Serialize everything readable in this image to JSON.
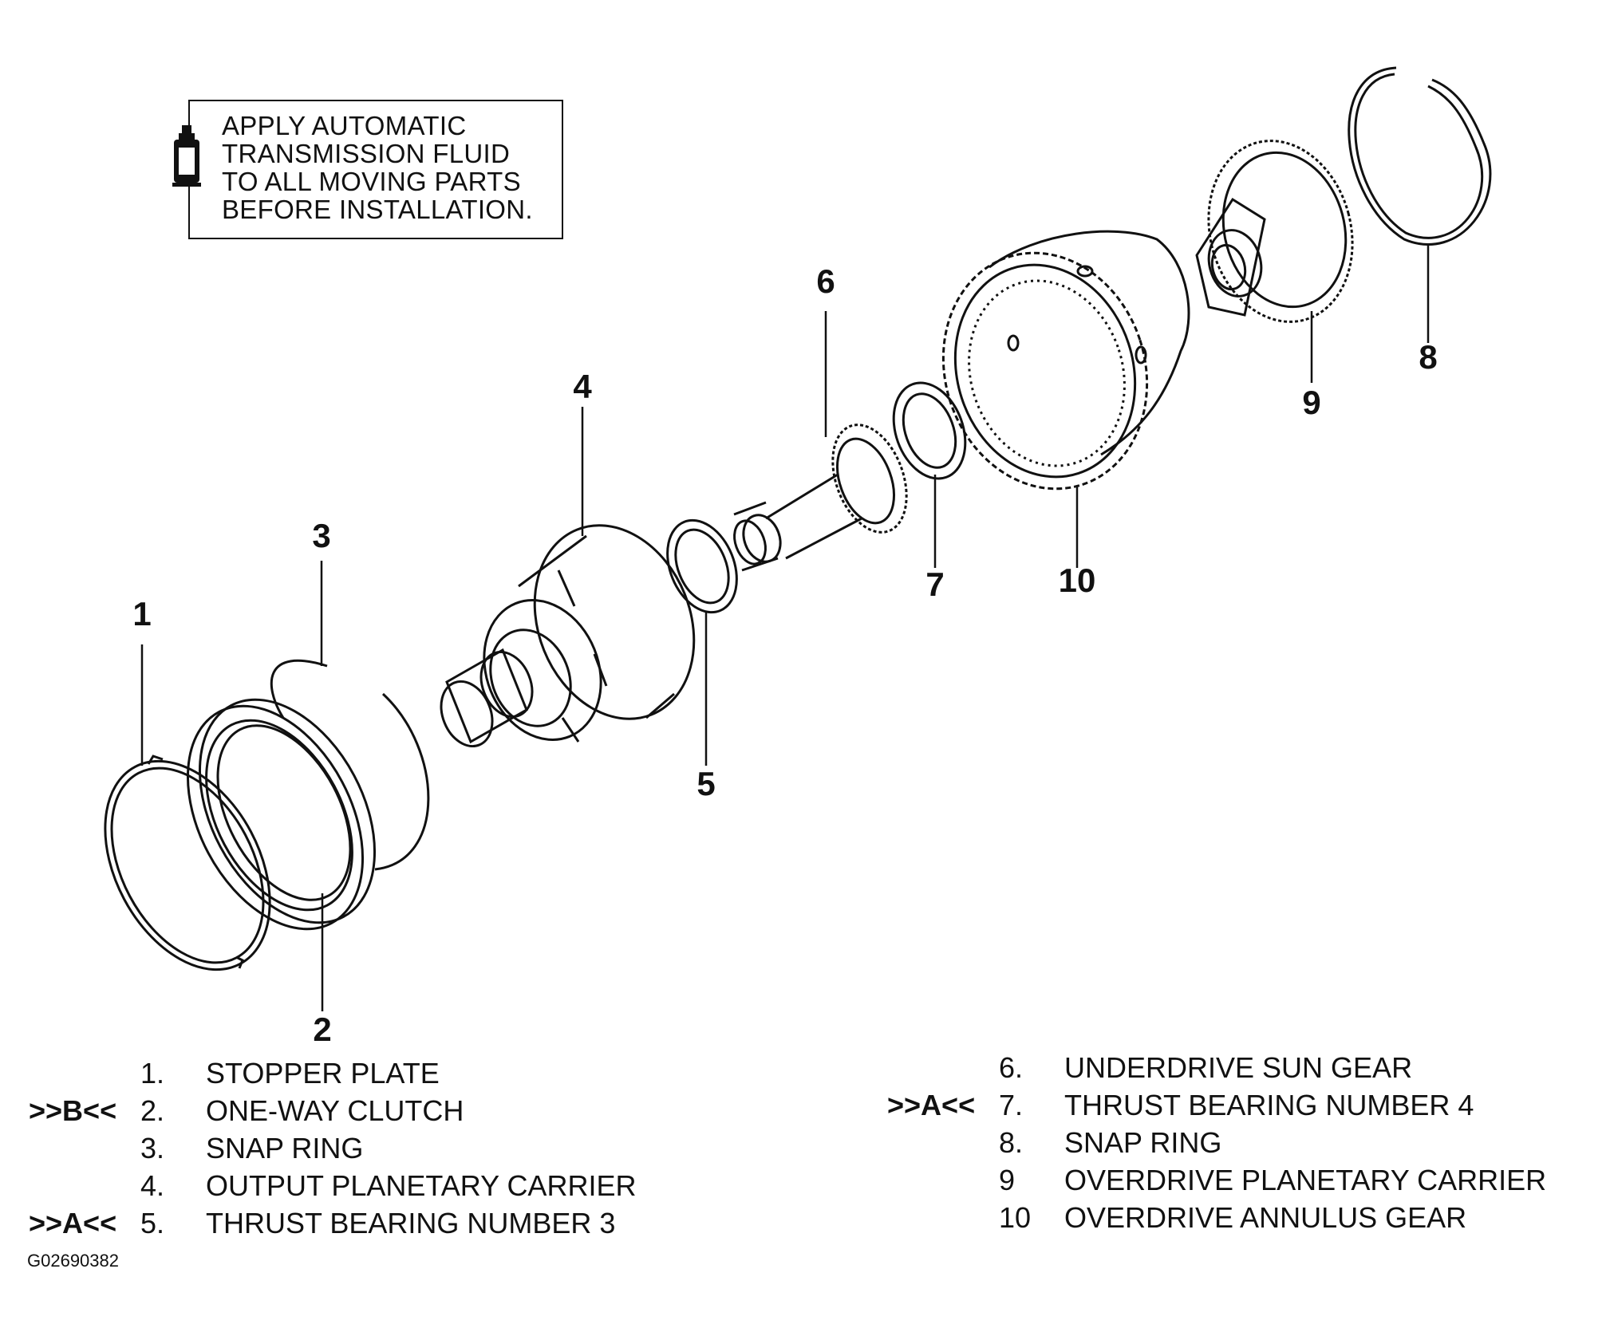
{
  "note": {
    "lines": [
      "APPLY AUTOMATIC",
      "TRANSMISSION FLUID",
      "TO ALL MOVING PARTS",
      "BEFORE INSTALLATION."
    ],
    "icon": "fluid-bottle-icon"
  },
  "callouts": [
    "1",
    "2",
    "3",
    "4",
    "5",
    "6",
    "7",
    "8",
    "9",
    "10"
  ],
  "legend_left": [
    {
      "tag": "",
      "num": "1.",
      "desc": "STOPPER PLATE"
    },
    {
      "tag": ">>B<<",
      "num": "2.",
      "desc": "ONE-WAY CLUTCH"
    },
    {
      "tag": "",
      "num": "3.",
      "desc": "SNAP RING"
    },
    {
      "tag": "",
      "num": "4.",
      "desc": "OUTPUT PLANETARY CARRIER"
    },
    {
      "tag": ">>A<<",
      "num": "5.",
      "desc": "THRUST BEARING NUMBER 3"
    }
  ],
  "legend_right": [
    {
      "tag": "",
      "num": "6.",
      "desc": "UNDERDRIVE SUN GEAR"
    },
    {
      "tag": ">>A<<",
      "num": "7.",
      "desc": "THRUST BEARING NUMBER 4"
    },
    {
      "tag": "",
      "num": "8.",
      "desc": "SNAP RING"
    },
    {
      "tag": "",
      "num": "9",
      "desc": "OVERDRIVE PLANETARY CARRIER"
    },
    {
      "tag": "",
      "num": "10",
      "desc": "OVERDRIVE ANNULUS GEAR"
    }
  ],
  "figure_id": "G02690382"
}
